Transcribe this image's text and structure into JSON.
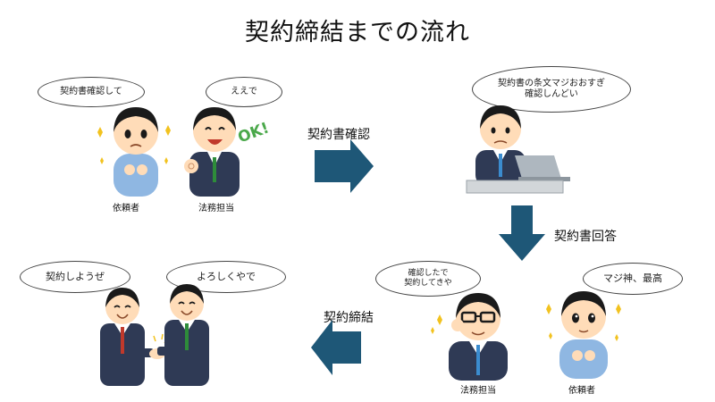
{
  "title": "契約締結までの流れ",
  "step_labels": {
    "review": "契約書確認",
    "answer": "契約書回答",
    "sign": "契約締結"
  },
  "bubbles": {
    "client_request": "契約書確認して",
    "legal_ok": "ええで",
    "legal_review_1": "契約書の条文マジおおすぎ",
    "legal_review_2": "確認しんどい",
    "legal_done_1": "確認したで",
    "legal_done_2": "契約してきや",
    "client_happy": "マジ神、最高",
    "sign_1": "契約しようぜ",
    "sign_2": "よろしくやで"
  },
  "roles": {
    "client_top": "依頼者",
    "legal_top": "法務担当",
    "legal_bottom": "法務担当",
    "client_bottom": "依頼者"
  },
  "ok_text": "OK!",
  "colors": {
    "arrow": "#1e5777",
    "suit": "#2f3a55",
    "sweater": "#8fb7e2",
    "skin": "#ffdcb8",
    "hair": "#1a1a1a"
  }
}
